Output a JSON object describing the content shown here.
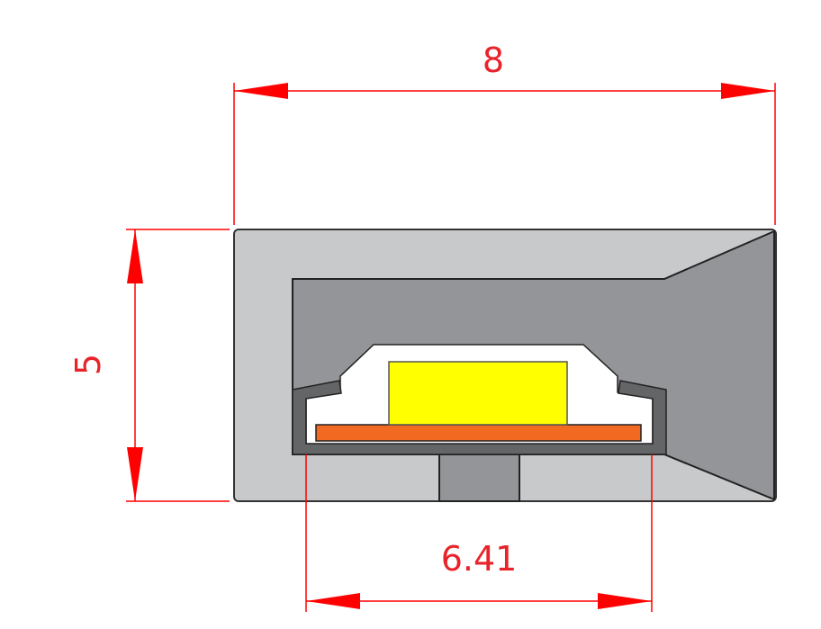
{
  "dimensions": {
    "width_label": "8",
    "height_label": "5",
    "inner_width_label": "6.41"
  },
  "colors": {
    "dimension": "#ff0000",
    "outer_profile": "#c8c9cb",
    "inner_profile": "#939598",
    "channel": "#646567",
    "led_chip": "#ffff00",
    "pcb": "#f26a22",
    "cavity": "#ffffff"
  }
}
